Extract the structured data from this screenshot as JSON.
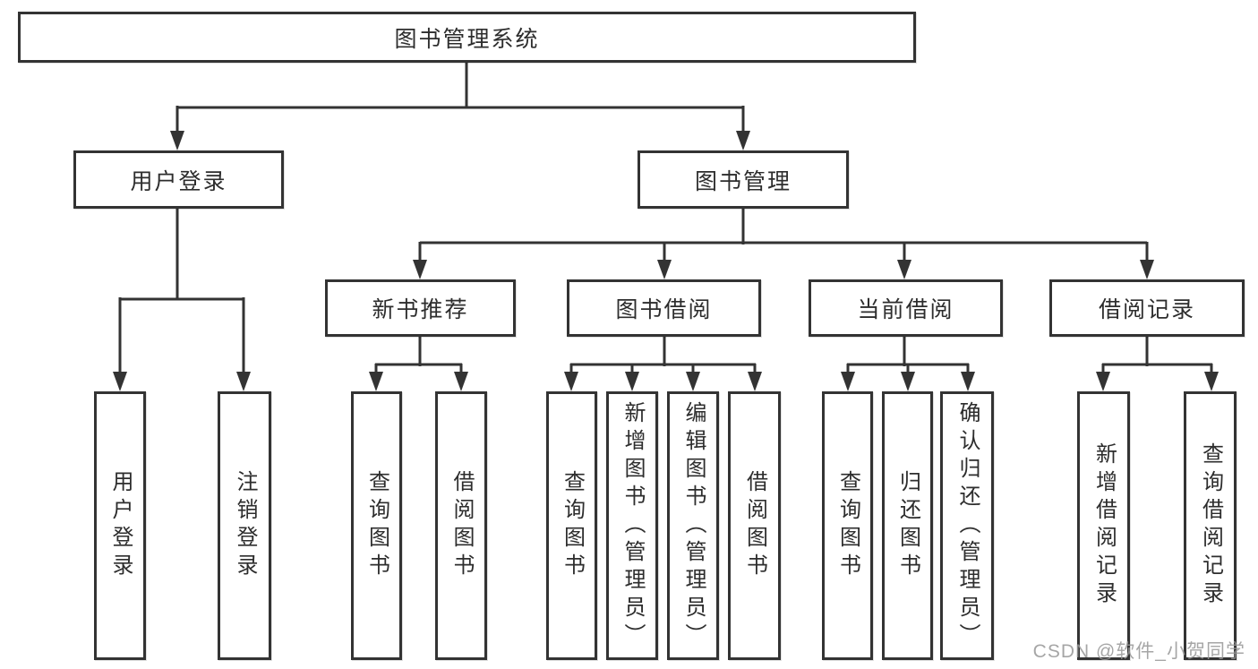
{
  "diagram": {
    "title": "图书管理系统",
    "type": "hierarchy-tree",
    "colors": {
      "line": "#333333",
      "box_border": "#333333",
      "box_background": "#ffffff",
      "text": "#2d2d2d",
      "watermark": "#969696",
      "page_background": "#ffffff"
    }
  },
  "nodes": {
    "root": {
      "label": "图书管理系统"
    },
    "level2": [
      {
        "label": "用户登录",
        "parent": "图书管理系统"
      },
      {
        "label": "图书管理",
        "parent": "图书管理系统"
      }
    ],
    "level3": [
      {
        "label": "新书推荐",
        "parent": "图书管理"
      },
      {
        "label": "图书借阅",
        "parent": "图书管理"
      },
      {
        "label": "当前借阅",
        "parent": "图书管理"
      },
      {
        "label": "借阅记录",
        "parent": "图书管理"
      }
    ],
    "leaves": [
      {
        "label": "用户登录",
        "parent": "用户登录"
      },
      {
        "label": "注销登录",
        "parent": "用户登录"
      },
      {
        "label": "查询图书",
        "parent": "新书推荐"
      },
      {
        "label": "借阅图书",
        "parent": "新书推荐"
      },
      {
        "label": "查询图书",
        "parent": "图书借阅"
      },
      {
        "label": "新增图书（管理员）",
        "parent": "图书借阅"
      },
      {
        "label": "编辑图书（管理员）",
        "parent": "图书借阅"
      },
      {
        "label": "借阅图书",
        "parent": "图书借阅"
      },
      {
        "label": "查询图书",
        "parent": "当前借阅"
      },
      {
        "label": "归还图书",
        "parent": "当前借阅"
      },
      {
        "label": "确认归还（管理员）",
        "parent": "当前借阅"
      },
      {
        "label": "新增借阅记录",
        "parent": "借阅记录"
      },
      {
        "label": "查询借阅记录",
        "parent": "借阅记录"
      }
    ]
  },
  "watermark": {
    "text": "CSDN @软件_小贺同学"
  }
}
